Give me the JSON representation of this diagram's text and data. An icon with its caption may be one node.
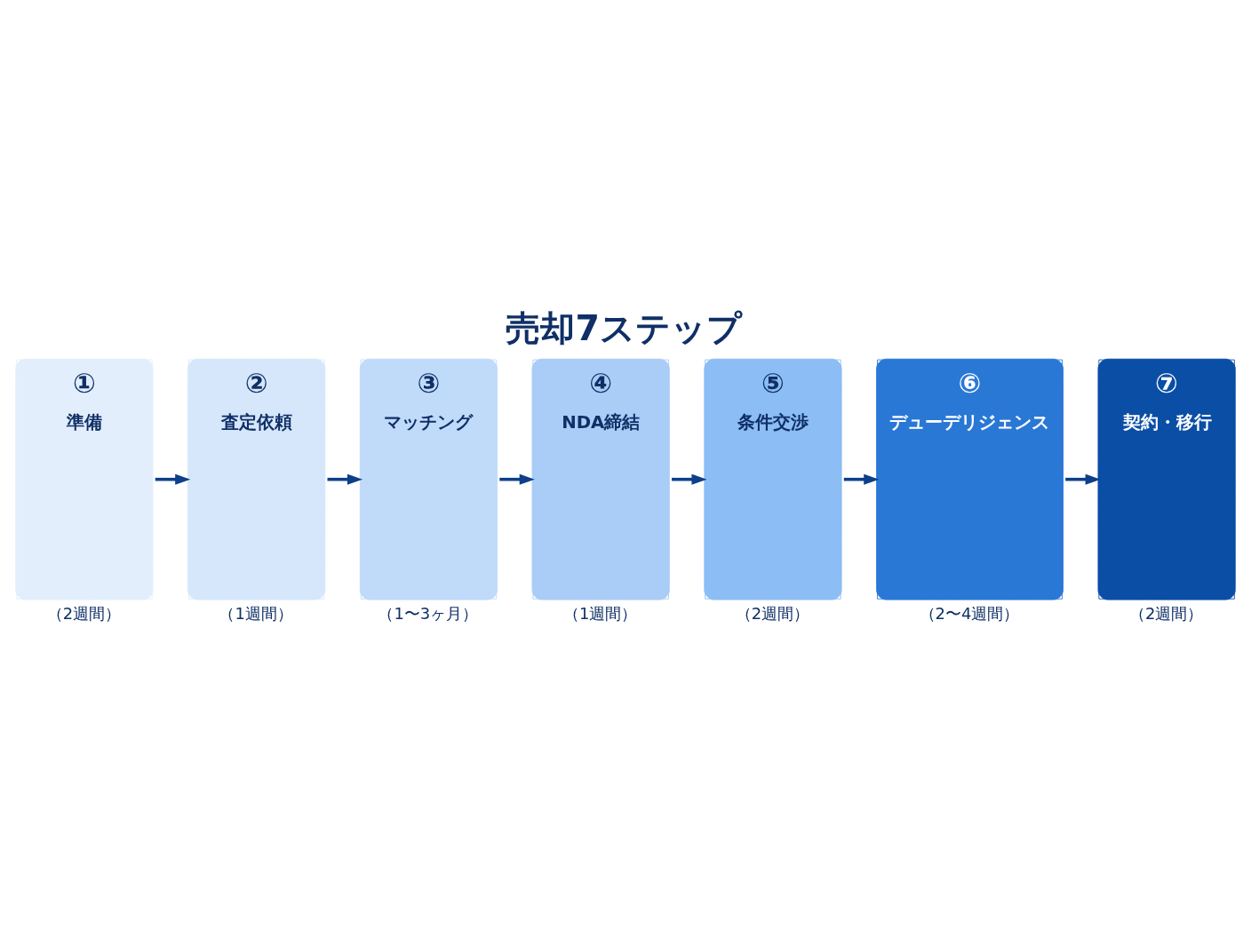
{
  "diagram": {
    "title": "売却7ステップ",
    "nodes": [
      {
        "text": [
          "①",
          "準備"
        ],
        "beside": [
          "（2週間）"
        ]
      },
      {
        "text": [
          "②",
          "査定依頼"
        ],
        "beside": [
          "（1週間）"
        ]
      },
      {
        "text": [
          "③",
          "マッチング"
        ],
        "beside": [
          "（1〜3ヶ月）"
        ]
      },
      {
        "text": [
          "④",
          "NDA締結"
        ],
        "beside": [
          "（1週間）"
        ]
      },
      {
        "text": [
          "⑤",
          "条件交渉"
        ],
        "beside": [
          "（2週間）"
        ]
      },
      {
        "text": [
          "⑥",
          "デューデリジェンス"
        ],
        "beside": [
          "（2〜4週間）"
        ]
      },
      {
        "text": [
          "⑦",
          "契約・移行"
        ],
        "beside": [
          "（2週間）"
        ]
      }
    ],
    "edges": [
      {
        "from": 0,
        "to": 1,
        "arrow": "to"
      },
      {
        "from": 1,
        "to": 2,
        "arrow": "to"
      },
      {
        "from": 2,
        "to": 3,
        "arrow": "to"
      },
      {
        "from": 3,
        "to": 4,
        "arrow": "to"
      },
      {
        "from": 4,
        "to": 5,
        "arrow": "to"
      },
      {
        "from": 5,
        "to": 6,
        "arrow": "to"
      }
    ]
  }
}
